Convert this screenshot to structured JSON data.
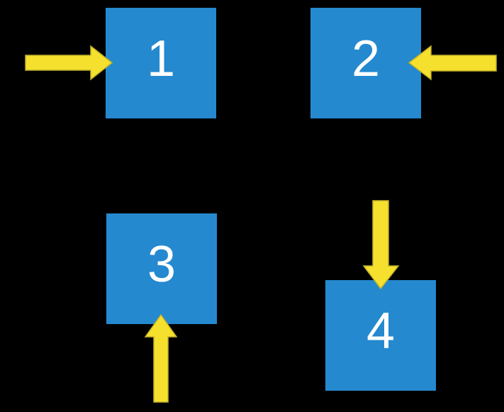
{
  "scene": {
    "background": "#000000",
    "description": "Four numbered blue squares on a black background, each targeted by a yellow block arrow from a different direction"
  },
  "colors": {
    "square_fill": "#2489CF",
    "label_color": "#FFFFFF",
    "arrow_fill": "#F5E02D",
    "arrow_stroke": "#C2B02A"
  },
  "squares": [
    {
      "label": "1",
      "arrow": "arrow-right-icon",
      "arrow_description": "yellow arrow pointing right into square 1 from the left"
    },
    {
      "label": "2",
      "arrow": "arrow-left-icon",
      "arrow_description": "yellow arrow pointing left into square 2 from the right"
    },
    {
      "label": "3",
      "arrow": "arrow-up-icon",
      "arrow_description": "yellow arrow pointing up into square 3 from below"
    },
    {
      "label": "4",
      "arrow": "arrow-down-icon",
      "arrow_description": "yellow arrow pointing down into square 4 from above"
    }
  ]
}
